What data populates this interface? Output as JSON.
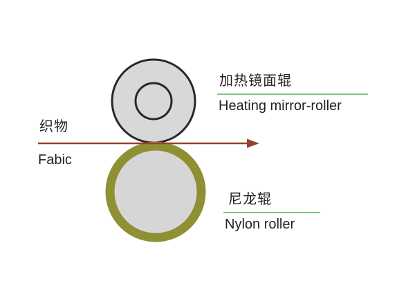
{
  "diagram": {
    "title": "fabric-calender-roller-diagram",
    "labels": {
      "fabric_cn": "织物",
      "fabric_en": "Fabic",
      "heating_cn": "加热镜面辊",
      "heating_en": "Heating mirror-roller",
      "nylon_cn": "尼龙辊",
      "nylon_en": "Nylon roller"
    },
    "colors": {
      "background": "#ffffff",
      "roller_fill": "#d8d8d8",
      "roller_outline": "#2b2728",
      "nylon_ring": "#8e9033",
      "fabric_arrow": "#96432b",
      "label_underline": "#84c384",
      "text": "#231f20"
    }
  }
}
